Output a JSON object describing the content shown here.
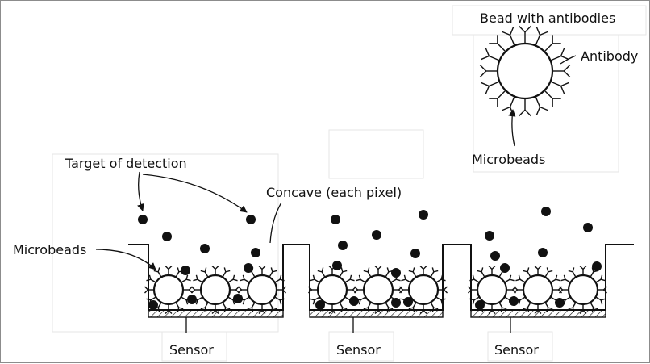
{
  "labels": {
    "bead_with_antibodies": "Bead with antibodies",
    "antibody": "Antibody",
    "microbeads_top": "Microbeads",
    "target_of_detection": "Target of detection",
    "concave": "Concave (each pixel)",
    "microbeads_left": "Microbeads",
    "sensor_1": "Sensor",
    "sensor_2": "Sensor",
    "sensor_3": "Sensor"
  },
  "colors": {
    "ink": "#111111",
    "background": "#ffffff"
  }
}
